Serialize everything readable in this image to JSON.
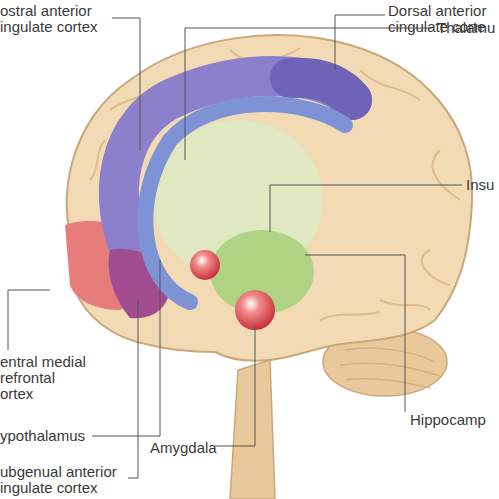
{
  "diagram": {
    "labels": [
      "ostral anterior ingulate cortex",
      "Dorsal anterior cingulate corte",
      "Thalamu",
      "Insu",
      "entral medial refrontal ortex",
      "Hippocamp",
      "ypothalamus",
      "Amygdala",
      "ubgenual anterior ingulate cortex"
    ]
  }
}
